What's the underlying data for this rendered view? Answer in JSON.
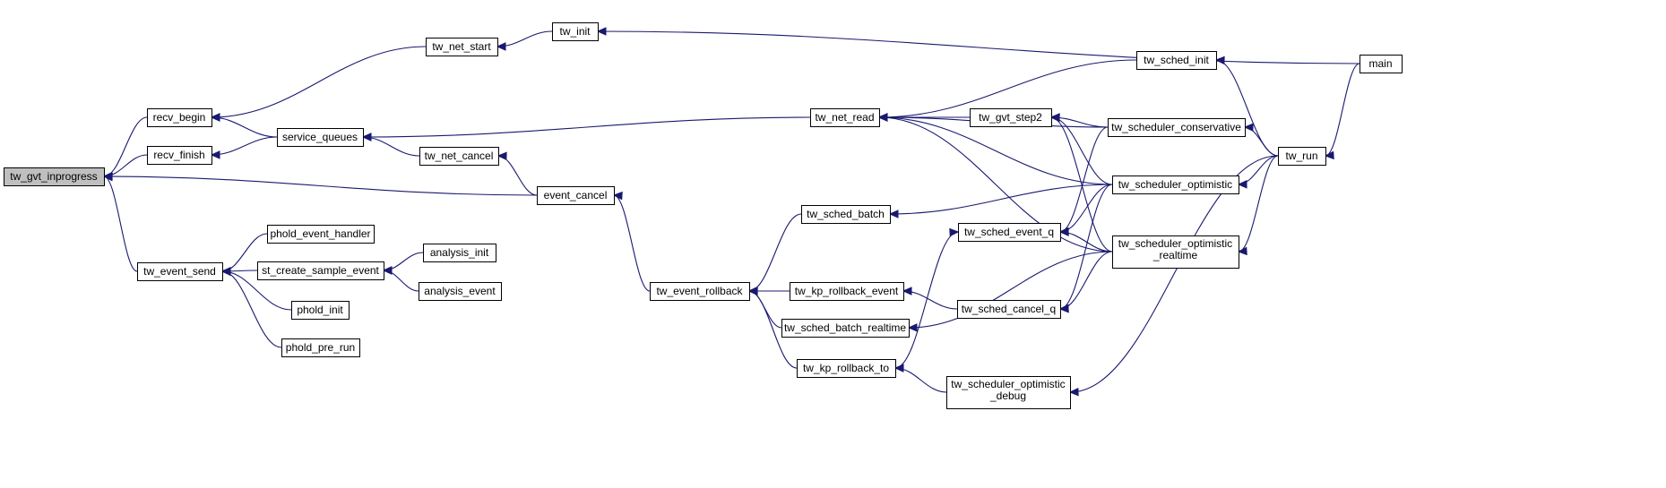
{
  "diagram": {
    "nodes": [
      {
        "id": "tw_gvt_inprogress",
        "lines": [
          "tw_gvt_inprogress"
        ],
        "root": true
      },
      {
        "id": "recv_begin",
        "lines": [
          "recv_begin"
        ]
      },
      {
        "id": "recv_finish",
        "lines": [
          "recv_finish"
        ]
      },
      {
        "id": "tw_event_send",
        "lines": [
          "tw_event_send"
        ]
      },
      {
        "id": "tw_net_start",
        "lines": [
          "tw_net_start"
        ]
      },
      {
        "id": "service_queues",
        "lines": [
          "service_queues"
        ]
      },
      {
        "id": "phold_event_handler",
        "lines": [
          "phold_event_handler"
        ]
      },
      {
        "id": "st_create_sample_event",
        "lines": [
          "st_create_sample_event"
        ]
      },
      {
        "id": "phold_init",
        "lines": [
          "phold_init"
        ]
      },
      {
        "id": "phold_pre_run",
        "lines": [
          "phold_pre_run"
        ]
      },
      {
        "id": "tw_init",
        "lines": [
          "tw_init"
        ]
      },
      {
        "id": "tw_net_cancel",
        "lines": [
          "tw_net_cancel"
        ]
      },
      {
        "id": "analysis_init",
        "lines": [
          "analysis_init"
        ]
      },
      {
        "id": "analysis_event",
        "lines": [
          "analysis_event"
        ]
      },
      {
        "id": "event_cancel",
        "lines": [
          "event_cancel"
        ]
      },
      {
        "id": "tw_event_rollback",
        "lines": [
          "tw_event_rollback"
        ]
      },
      {
        "id": "tw_net_read",
        "lines": [
          "tw_net_read"
        ]
      },
      {
        "id": "tw_sched_batch",
        "lines": [
          "tw_sched_batch"
        ]
      },
      {
        "id": "tw_kp_rollback_event",
        "lines": [
          "tw_kp_rollback_event"
        ]
      },
      {
        "id": "tw_sched_batch_realtime",
        "lines": [
          "tw_sched_batch_realtime"
        ]
      },
      {
        "id": "tw_kp_rollback_to",
        "lines": [
          "tw_kp_rollback_to"
        ]
      },
      {
        "id": "tw_gvt_step2",
        "lines": [
          "tw_gvt_step2"
        ]
      },
      {
        "id": "tw_sched_event_q",
        "lines": [
          "tw_sched_event_q"
        ]
      },
      {
        "id": "tw_sched_cancel_q",
        "lines": [
          "tw_sched_cancel_q"
        ]
      },
      {
        "id": "tw_scheduler_optimistic_debug",
        "lines": [
          "tw_scheduler_optimistic",
          "_debug"
        ]
      },
      {
        "id": "tw_sched_init",
        "lines": [
          "tw_sched_init"
        ]
      },
      {
        "id": "tw_scheduler_conservative",
        "lines": [
          "tw_scheduler_conservative"
        ]
      },
      {
        "id": "tw_scheduler_optimistic",
        "lines": [
          "tw_scheduler_optimistic"
        ]
      },
      {
        "id": "tw_scheduler_optimistic_realtime",
        "lines": [
          "tw_scheduler_optimistic",
          "_realtime"
        ]
      },
      {
        "id": "tw_run",
        "lines": [
          "tw_run"
        ]
      },
      {
        "id": "main",
        "lines": [
          "main"
        ]
      }
    ],
    "edges": [
      {
        "from": "recv_begin",
        "to": "tw_gvt_inprogress"
      },
      {
        "from": "recv_finish",
        "to": "tw_gvt_inprogress"
      },
      {
        "from": "event_cancel",
        "to": "tw_gvt_inprogress"
      },
      {
        "from": "tw_event_send",
        "to": "tw_gvt_inprogress"
      },
      {
        "from": "tw_net_start",
        "to": "recv_begin"
      },
      {
        "from": "service_queues",
        "to": "recv_begin"
      },
      {
        "from": "service_queues",
        "to": "recv_finish"
      },
      {
        "from": "tw_init",
        "to": "tw_net_start"
      },
      {
        "from": "main",
        "to": "tw_init"
      },
      {
        "from": "tw_net_read",
        "to": "service_queues"
      },
      {
        "from": "tw_net_cancel",
        "to": "service_queues"
      },
      {
        "from": "event_cancel",
        "to": "tw_net_cancel"
      },
      {
        "from": "tw_event_rollback",
        "to": "event_cancel"
      },
      {
        "from": "phold_event_handler",
        "to": "tw_event_send"
      },
      {
        "from": "st_create_sample_event",
        "to": "tw_event_send"
      },
      {
        "from": "phold_init",
        "to": "tw_event_send"
      },
      {
        "from": "phold_pre_run",
        "to": "tw_event_send"
      },
      {
        "from": "analysis_init",
        "to": "st_create_sample_event"
      },
      {
        "from": "analysis_event",
        "to": "st_create_sample_event"
      },
      {
        "from": "tw_sched_batch",
        "to": "tw_event_rollback"
      },
      {
        "from": "tw_kp_rollback_event",
        "to": "tw_event_rollback"
      },
      {
        "from": "tw_sched_batch_realtime",
        "to": "tw_event_rollback"
      },
      {
        "from": "tw_kp_rollback_to",
        "to": "tw_event_rollback"
      },
      {
        "from": "tw_sched_init",
        "to": "tw_net_read"
      },
      {
        "from": "tw_scheduler_conservative",
        "to": "tw_net_read"
      },
      {
        "from": "tw_gvt_step2",
        "to": "tw_net_read"
      },
      {
        "from": "tw_scheduler_optimistic",
        "to": "tw_net_read"
      },
      {
        "from": "tw_scheduler_optimistic_realtime",
        "to": "tw_net_read"
      },
      {
        "from": "tw_scheduler_conservative",
        "to": "tw_gvt_step2"
      },
      {
        "from": "tw_scheduler_optimistic",
        "to": "tw_gvt_step2"
      },
      {
        "from": "tw_scheduler_optimistic_realtime",
        "to": "tw_gvt_step2"
      },
      {
        "from": "tw_scheduler_optimistic",
        "to": "tw_sched_batch"
      },
      {
        "from": "tw_scheduler_optimistic",
        "to": "tw_sched_event_q"
      },
      {
        "from": "tw_scheduler_optimistic_realtime",
        "to": "tw_sched_event_q"
      },
      {
        "from": "tw_scheduler_conservative",
        "to": "tw_sched_event_q"
      },
      {
        "from": "tw_kp_rollback_to",
        "to": "tw_sched_event_q"
      },
      {
        "from": "tw_sched_cancel_q",
        "to": "tw_kp_rollback_event"
      },
      {
        "from": "tw_scheduler_optimistic",
        "to": "tw_sched_cancel_q"
      },
      {
        "from": "tw_scheduler_optimistic_realtime",
        "to": "tw_sched_cancel_q"
      },
      {
        "from": "tw_scheduler_optimistic_realtime",
        "to": "tw_sched_batch_realtime"
      },
      {
        "from": "tw_scheduler_optimistic_debug",
        "to": "tw_kp_rollback_to"
      },
      {
        "from": "tw_run",
        "to": "tw_sched_init"
      },
      {
        "from": "tw_run",
        "to": "tw_scheduler_conservative"
      },
      {
        "from": "tw_run",
        "to": "tw_scheduler_optimistic"
      },
      {
        "from": "tw_run",
        "to": "tw_scheduler_optimistic_realtime"
      },
      {
        "from": "tw_run",
        "to": "tw_scheduler_optimistic_debug"
      },
      {
        "from": "main",
        "to": "tw_run"
      }
    ]
  },
  "colors": {
    "edge": "#191970",
    "node_border": "#000000",
    "root_fill": "#bfbfbf",
    "node_fill": "#ffffff"
  }
}
